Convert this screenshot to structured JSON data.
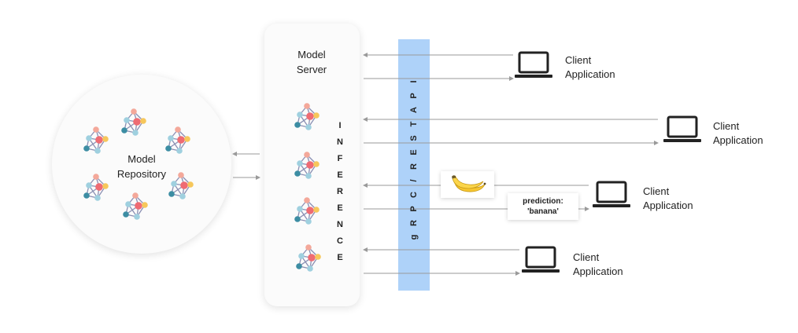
{
  "model_repository": {
    "label_line1": "Model",
    "label_line2": "Repository",
    "network_icon_count": 6
  },
  "model_server": {
    "label_line1": "Model",
    "label_line2": "Server",
    "inference_letters": [
      "I",
      "N",
      "F",
      "E",
      "R",
      "E",
      "N",
      "C",
      "E"
    ],
    "network_icon_count": 4
  },
  "api": {
    "letters": [
      "g",
      "R",
      "P",
      "C",
      "/",
      "R",
      "E",
      "S",
      "T",
      " ",
      "A",
      "P",
      "I"
    ],
    "bar_color": "#aed2f9"
  },
  "clients": [
    {
      "line1": "Client",
      "line2": "Application"
    },
    {
      "line1": "Client",
      "line2": "Application"
    },
    {
      "line1": "Client",
      "line2": "Application"
    },
    {
      "line1": "Client",
      "line2": "Application"
    }
  ],
  "prediction": {
    "line1": "prediction:",
    "line2": "'banana'"
  },
  "request_item": {
    "icon": "banana-icon"
  },
  "colors": {
    "node_red": "#ef6b73",
    "node_coral": "#f4a89a",
    "node_yellow": "#f6c75b",
    "node_teal": "#3c8da3",
    "node_lightblue": "#9fd0df",
    "edge": "#8a8fb3",
    "arrow": "#9a9a9a",
    "laptop": "#222222"
  }
}
